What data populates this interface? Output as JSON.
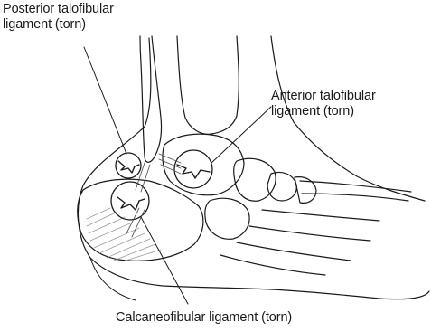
{
  "labels": {
    "posterior_talofibular": [
      "Posterior talofibular",
      "ligament (torn)"
    ],
    "anterior_talofibular": [
      "Anterior talofibular",
      "ligament (torn)"
    ],
    "calcaneofibular": "Calcaneofibular ligament (torn)"
  },
  "colors": {
    "ink": "#1a1a1a",
    "shade": "#9a9a9a",
    "background": "#ffffff"
  }
}
